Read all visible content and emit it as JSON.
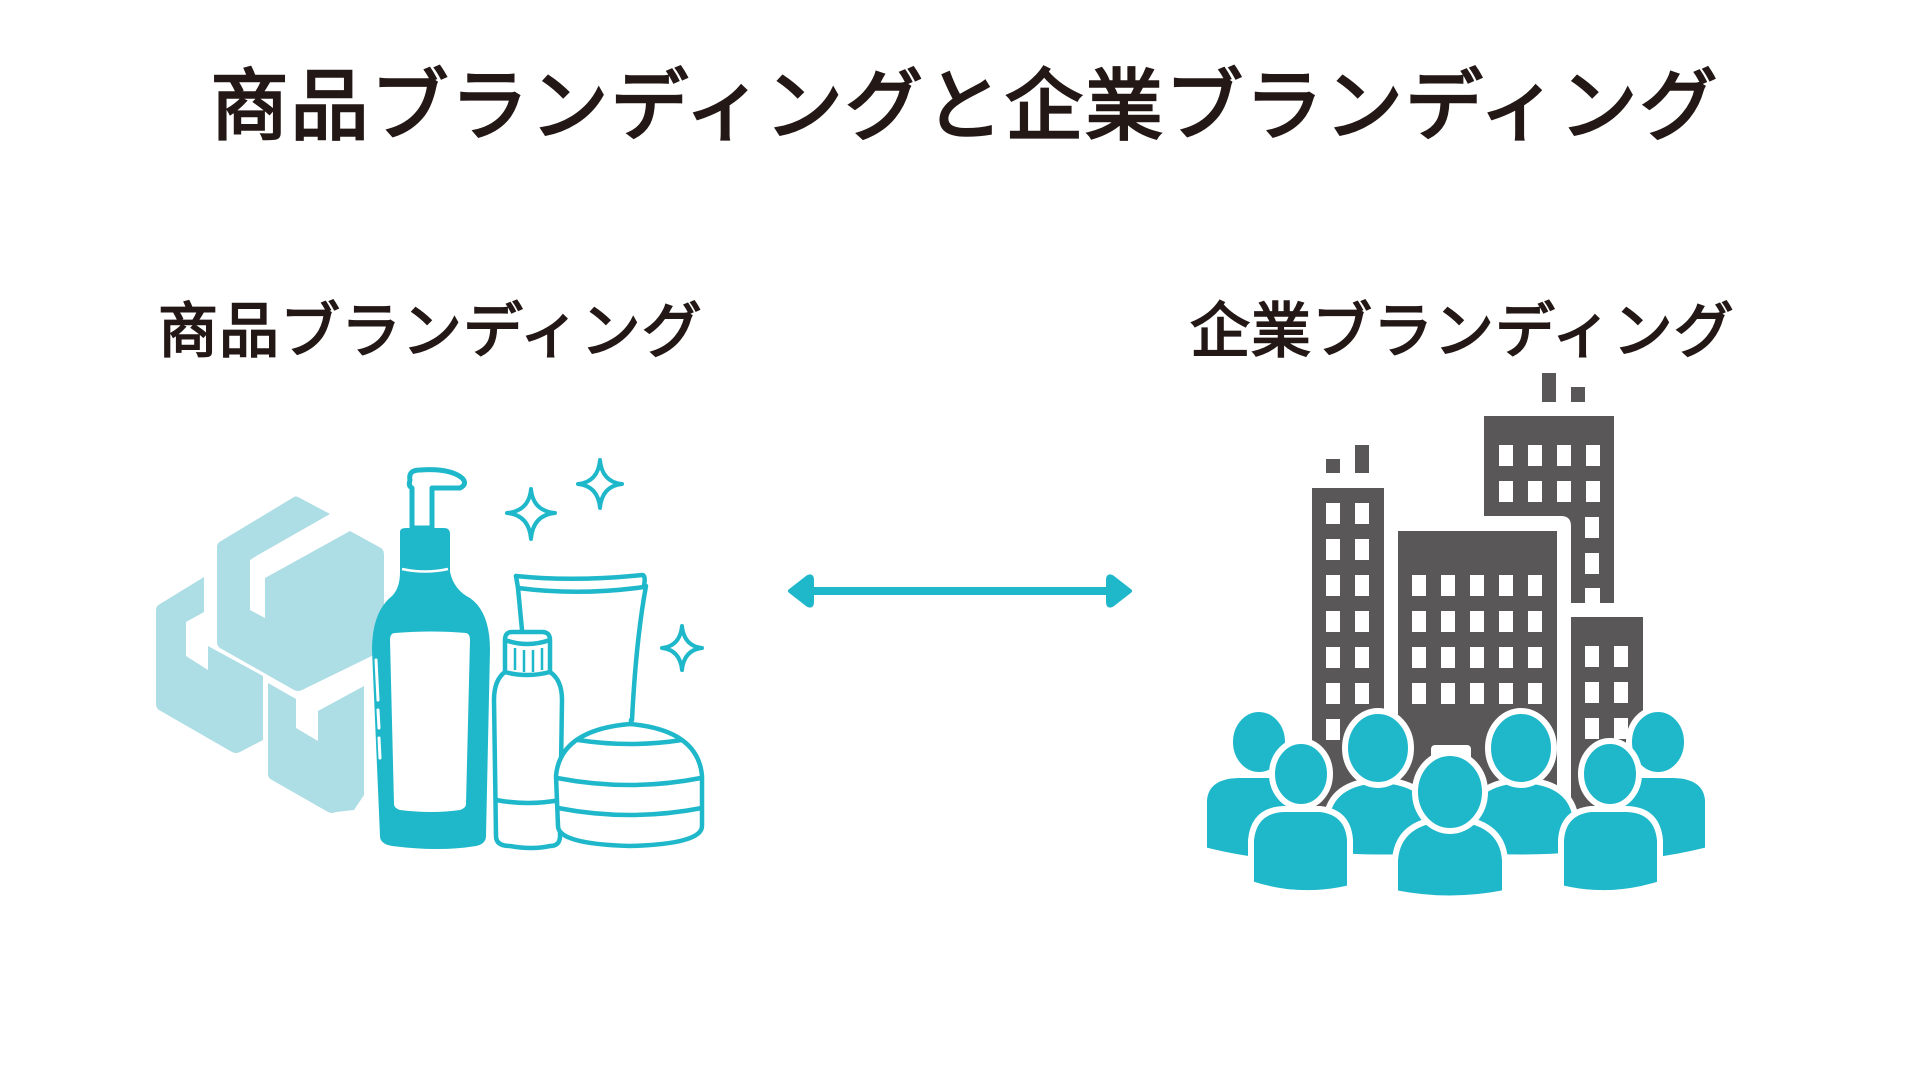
{
  "title": "商品ブランディングと企業ブランディング",
  "left": {
    "label": "商品ブランディング",
    "illustration": "product-cosmetics-icon"
  },
  "right": {
    "label": "企業ブランディング",
    "illustration": "company-buildings-people-icon"
  },
  "connector": "double-arrow-icon",
  "colors": {
    "text": "#231815",
    "accent": "#1FB8CA",
    "box": "#ADDDE5",
    "building": "#595757",
    "background": "#FFFFFF"
  }
}
